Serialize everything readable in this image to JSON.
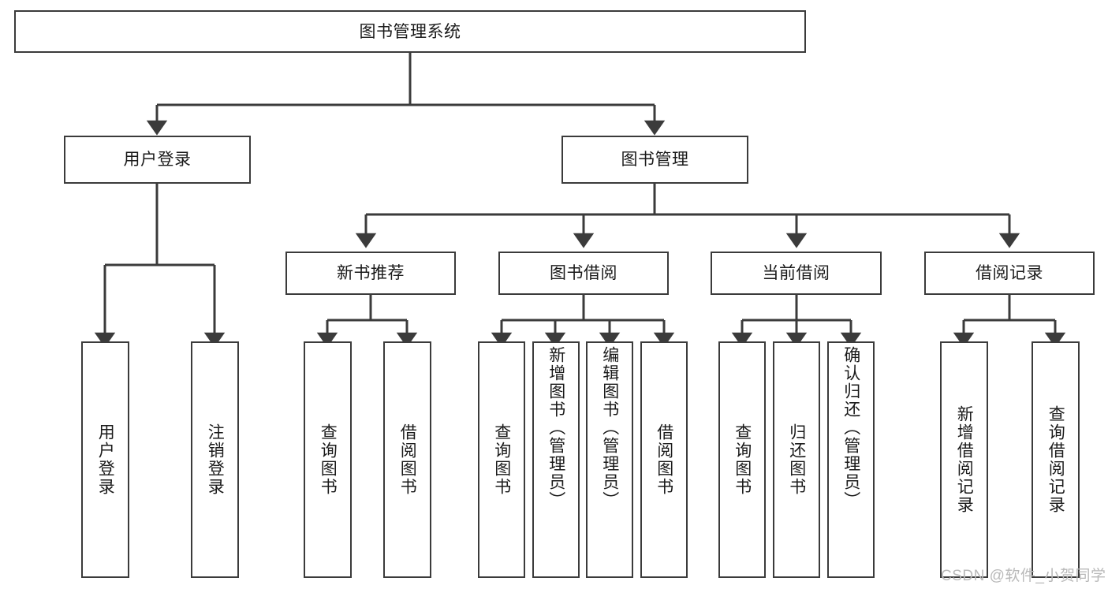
{
  "diagram": {
    "title": "图书管理系统",
    "type": "tree-hierarchy-chart",
    "nodes": {
      "root": {
        "label": "图书管理系统"
      },
      "level2": [
        {
          "id": "user-login",
          "label": "用户登录"
        },
        {
          "id": "book-manage",
          "label": "图书管理"
        }
      ],
      "level3": [
        {
          "id": "new-book-recommend",
          "label": "新书推荐"
        },
        {
          "id": "book-borrow",
          "label": "图书借阅"
        },
        {
          "id": "current-borrow",
          "label": "当前借阅"
        },
        {
          "id": "borrow-record",
          "label": "借阅记录"
        }
      ],
      "leaves": [
        {
          "id": "leaf-user-login",
          "label": "用户登录",
          "parent": "user-login"
        },
        {
          "id": "leaf-logout",
          "label": "注销登录",
          "parent": "user-login"
        },
        {
          "id": "leaf-query-book-1",
          "label": "查询图书",
          "parent": "new-book-recommend"
        },
        {
          "id": "leaf-borrow-book-1",
          "label": "借阅图书",
          "parent": "new-book-recommend"
        },
        {
          "id": "leaf-query-book-2",
          "label": "查询图书",
          "parent": "book-borrow"
        },
        {
          "id": "leaf-add-book",
          "label": "新增图书（管理员）",
          "parent": "book-borrow"
        },
        {
          "id": "leaf-edit-book",
          "label": "编辑图书（管理员）",
          "parent": "book-borrow"
        },
        {
          "id": "leaf-borrow-book-2",
          "label": "借阅图书",
          "parent": "book-borrow"
        },
        {
          "id": "leaf-query-book-3",
          "label": "查询图书",
          "parent": "current-borrow"
        },
        {
          "id": "leaf-return-book",
          "label": "归还图书",
          "parent": "current-borrow"
        },
        {
          "id": "leaf-confirm-return",
          "label": "确认归还（管理员）",
          "parent": "current-borrow"
        },
        {
          "id": "leaf-add-record",
          "label": "新增借阅记录",
          "parent": "borrow-record"
        },
        {
          "id": "leaf-query-record",
          "label": "查询借阅记录",
          "parent": "borrow-record"
        }
      ]
    },
    "colors": {
      "stroke": "#3b3b3b",
      "fill": "#ffffff",
      "text": "#1a1a1a",
      "watermark": "#b9b9b9"
    }
  },
  "watermark": {
    "text": "CSDN @软件_小贺同学"
  }
}
